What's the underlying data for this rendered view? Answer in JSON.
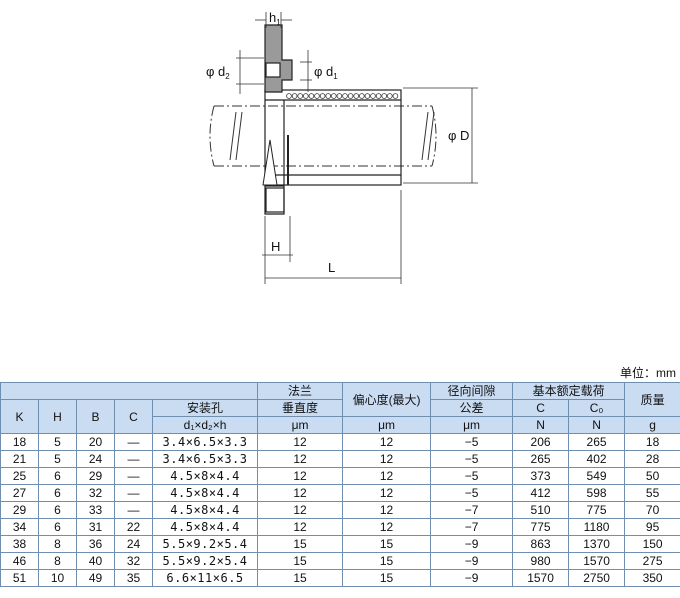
{
  "drawing": {
    "labels": {
      "h1": "h",
      "h1_sub": "1",
      "d2": "φ d",
      "d2_sub": "2",
      "d1": "φ d",
      "d1_sub": "1",
      "D": "φ D",
      "H": "H",
      "L": "L"
    }
  },
  "unit_note": "单位：mm",
  "table": {
    "headers": {
      "K": "K",
      "H": "H",
      "B": "B",
      "C": "C",
      "mount_hole_title": "安装孔",
      "mount_hole_formula": "d₁×d₂×h",
      "flange_perp_l1": "法兰",
      "flange_perp_l2": "垂直度",
      "flange_perp_unit": "μm",
      "eccentricity_l1": "偏心度(最大)",
      "eccentricity_unit": "μm",
      "radial_clearance_l1": "径向间隙",
      "radial_clearance_l2": "公差",
      "radial_clearance_unit": "μm",
      "basic_load_title": "基本额定载荷",
      "C_dyn": "C",
      "C_dyn_unit": "N",
      "C0": "C₀",
      "C0_unit": "N",
      "mass_title": "质量",
      "mass_unit": "g"
    },
    "rows": [
      {
        "K": "18",
        "H": "5",
        "B": "20",
        "C": "—",
        "hole": "3.4×6.5×3.3",
        "perp": "12",
        "ecc": "12",
        "clear": "−5",
        "Cd": "206",
        "C0": "265",
        "mass": "18"
      },
      {
        "K": "21",
        "H": "5",
        "B": "24",
        "C": "—",
        "hole": "3.4×6.5×3.3",
        "perp": "12",
        "ecc": "12",
        "clear": "−5",
        "Cd": "265",
        "C0": "402",
        "mass": "28"
      },
      {
        "K": "25",
        "H": "6",
        "B": "29",
        "C": "—",
        "hole": "4.5×8×4.4",
        "perp": "12",
        "ecc": "12",
        "clear": "−5",
        "Cd": "373",
        "C0": "549",
        "mass": "50"
      },
      {
        "K": "27",
        "H": "6",
        "B": "32",
        "C": "—",
        "hole": "4.5×8×4.4",
        "perp": "12",
        "ecc": "12",
        "clear": "−5",
        "Cd": "412",
        "C0": "598",
        "mass": "55"
      },
      {
        "K": "29",
        "H": "6",
        "B": "33",
        "C": "—",
        "hole": "4.5×8×4.4",
        "perp": "12",
        "ecc": "12",
        "clear": "−7",
        "Cd": "510",
        "C0": "775",
        "mass": "70"
      },
      {
        "K": "34",
        "H": "6",
        "B": "31",
        "C": "22",
        "hole": "4.5×8×4.4",
        "perp": "12",
        "ecc": "12",
        "clear": "−7",
        "Cd": "775",
        "C0": "1180",
        "mass": "95"
      },
      {
        "K": "38",
        "H": "8",
        "B": "36",
        "C": "24",
        "hole": "5.5×9.2×5.4",
        "perp": "15",
        "ecc": "15",
        "clear": "−9",
        "Cd": "863",
        "C0": "1370",
        "mass": "150"
      },
      {
        "K": "46",
        "H": "8",
        "B": "40",
        "C": "32",
        "hole": "5.5×9.2×5.4",
        "perp": "15",
        "ecc": "15",
        "clear": "−9",
        "Cd": "980",
        "C0": "1570",
        "mass": "275"
      },
      {
        "K": "51",
        "H": "10",
        "B": "49",
        "C": "35",
        "hole": "6.6×11×6.5",
        "perp": "15",
        "ecc": "15",
        "clear": "−9",
        "Cd": "1570",
        "C0": "2750",
        "mass": "350"
      }
    ]
  }
}
